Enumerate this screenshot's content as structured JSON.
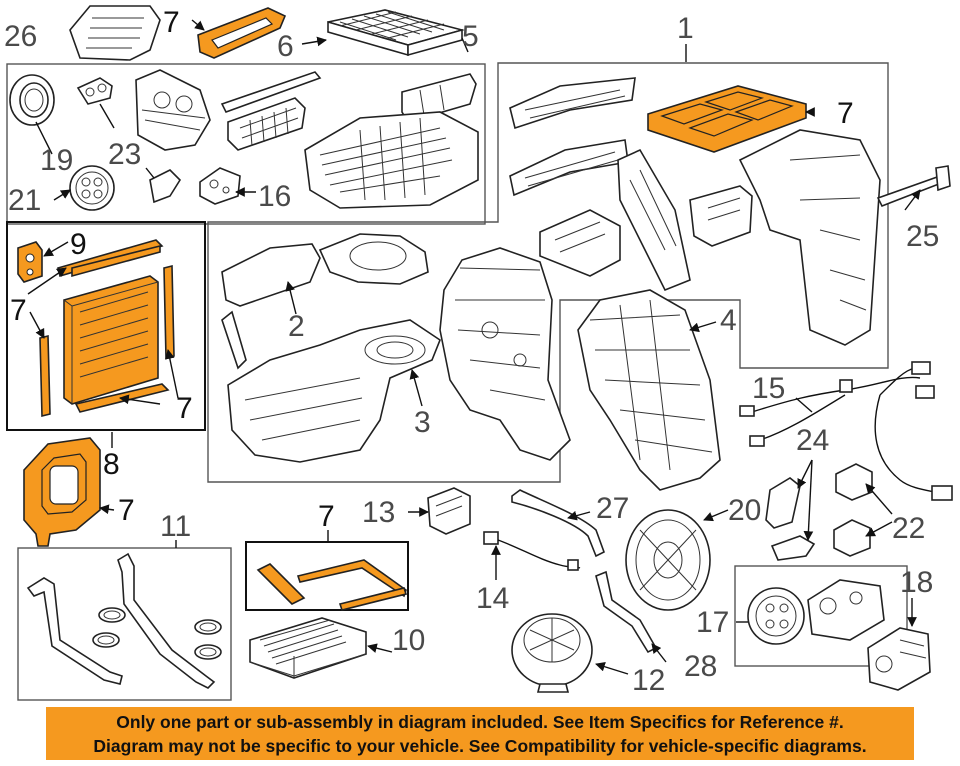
{
  "callouts": {
    "c26": "26",
    "c7a": "7",
    "c6": "6",
    "c5": "5",
    "c1": "1",
    "c7b": "7",
    "c19": "19",
    "c23": "23",
    "c21": "21",
    "c16": "16",
    "c25": "25",
    "c9": "9",
    "c7c": "7",
    "c7d": "7",
    "c2": "2",
    "c4": "4",
    "c3": "3",
    "c15": "15",
    "c8": "8",
    "c7e": "7",
    "c24": "24",
    "c13": "13",
    "c27": "27",
    "c7f": "7",
    "c20": "20",
    "c22": "22",
    "c11": "11",
    "c14": "14",
    "c17": "17",
    "c18": "18",
    "c10": "10",
    "c12": "12",
    "c28": "28"
  },
  "notice": {
    "line1": "Only one part or sub-assembly in diagram included. See Item Specifics for Reference #.",
    "line2": "Diagram may not be specific to your vehicle. See Compatibility for vehicle-specific diagrams."
  },
  "colors": {
    "highlight": "#f5991f",
    "line": "#222222",
    "label": "#4a4a4a",
    "background": "#ffffff"
  }
}
